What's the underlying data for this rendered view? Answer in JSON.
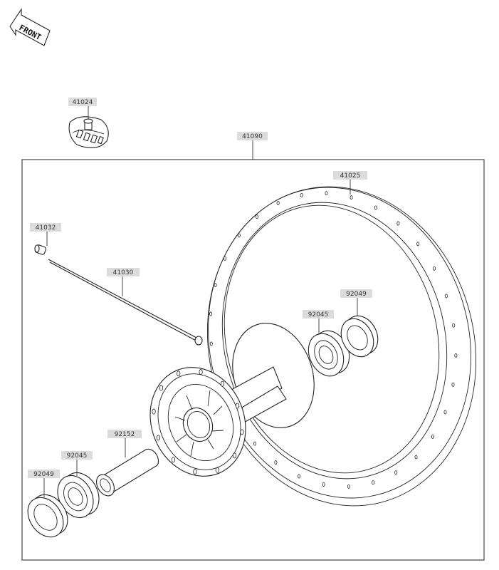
{
  "front_label": "FRONT",
  "colors": {
    "line": "#222222",
    "label_bg": "#dcdcdc",
    "label_text": "#333333"
  },
  "labels": {
    "assembly": "41090",
    "rim": "41025",
    "valve": "41024",
    "nipple": "41032",
    "spoke": "41030",
    "seal_right": "92049",
    "bearing_right": "92045",
    "collar": "92152",
    "bearing_left": "92045",
    "seal_left": "92049"
  }
}
